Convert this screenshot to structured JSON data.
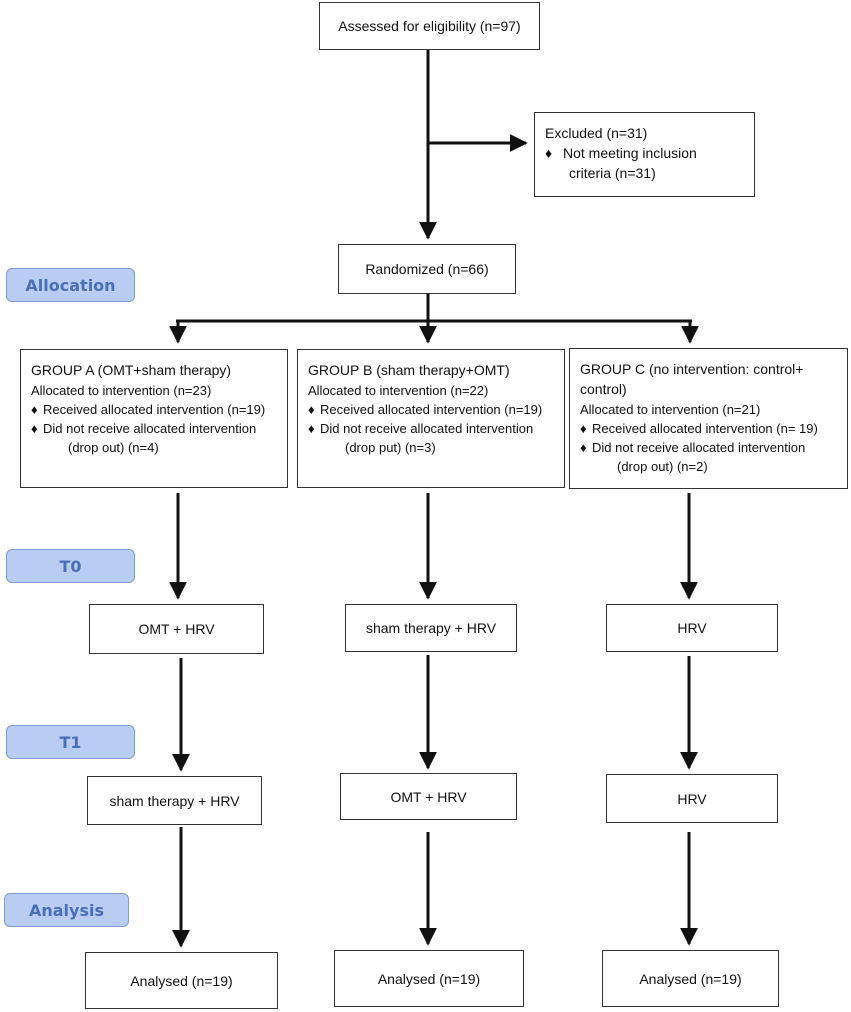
{
  "eligibility": {
    "label": "Assessed for eligibility (n=97)"
  },
  "excluded": {
    "title": "Excluded  (n=31)",
    "bullet_symbol": "♦",
    "reason_line1": "Not meeting inclusion",
    "reason_line2": "criteria (n=31)"
  },
  "randomized": {
    "label": "Randomized (n=66)"
  },
  "stages": {
    "allocation": "Allocation",
    "t0": "T0",
    "t1": "T1",
    "analysis": "Analysis"
  },
  "groups": [
    {
      "title": "GROUP A (OMT+sham therapy)",
      "allocated": "Allocated to intervention (n=23)",
      "received": "Received allocated intervention (n=19)",
      "not_received": "Did not receive allocated intervention",
      "dropout": "(drop out)  (n=4)",
      "t0": "OMT + HRV",
      "t1": "sham therapy + HRV",
      "analysed": "Analysed  (n=19)"
    },
    {
      "title": "GROUP B (sham therapy+OMT)",
      "allocated": "Allocated to intervention (n=22)",
      "received": "Received allocated intervention (n=19)",
      "not_received": "Did not receive allocated intervention",
      "dropout": "(drop put) (n=3)",
      "t0": "sham therapy + HRV",
      "t1": "OMT + HRV",
      "analysed": "Analysed  (n=19)"
    },
    {
      "title_line1": "GROUP C (no intervention: control+",
      "title_line2": "control)",
      "allocated": "Allocated to intervention (n=21)",
      "received": "Received allocated intervention (n= 19)",
      "not_received": "Did not receive allocated intervention",
      "dropout": "(drop out)  (n=2)",
      "t0": "HRV",
      "t1": "HRV",
      "analysed": "Analysed  (n=19)"
    }
  ],
  "bullet_symbol": "♦"
}
